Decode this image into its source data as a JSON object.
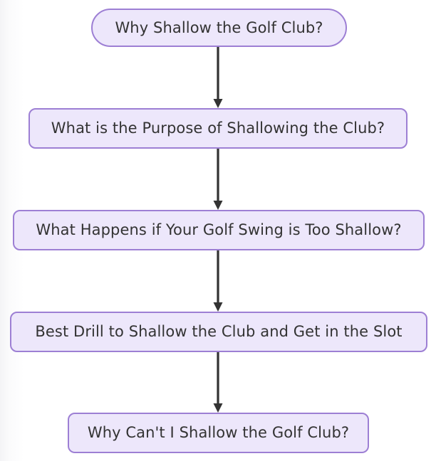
{
  "diagram": {
    "type": "flowchart",
    "direction": "top-to-bottom",
    "title": "Why Shallow the Golf Club?",
    "colors": {
      "node_fill": "#ede7fb",
      "node_border": "#9d7fd4",
      "node_text": "#333333",
      "edge": "#333333",
      "background": "#ffffff"
    },
    "nodes": [
      {
        "id": "n1",
        "shape": "stadium",
        "label": "Why Shallow the Golf Club?"
      },
      {
        "id": "n2",
        "shape": "rounded",
        "label": "What is the Purpose of Shallowing the Club?"
      },
      {
        "id": "n3",
        "shape": "rounded",
        "label": "What Happens if Your Golf Swing is Too Shallow?"
      },
      {
        "id": "n4",
        "shape": "rounded",
        "label": "Best Drill to Shallow the Club and Get in the Slot"
      },
      {
        "id": "n5",
        "shape": "rounded",
        "label": "Why Can't I Shallow the Golf Club?"
      }
    ],
    "edges": [
      {
        "id": "e1",
        "from": "n1",
        "to": "n2",
        "label": "",
        "arrowhead": "solid-triangle"
      },
      {
        "id": "e2",
        "from": "n2",
        "to": "n3",
        "label": "",
        "arrowhead": "solid-triangle"
      },
      {
        "id": "e3",
        "from": "n3",
        "to": "n4",
        "label": "",
        "arrowhead": "solid-triangle"
      },
      {
        "id": "e4",
        "from": "n4",
        "to": "n5",
        "label": "",
        "arrowhead": "solid-triangle"
      }
    ]
  }
}
